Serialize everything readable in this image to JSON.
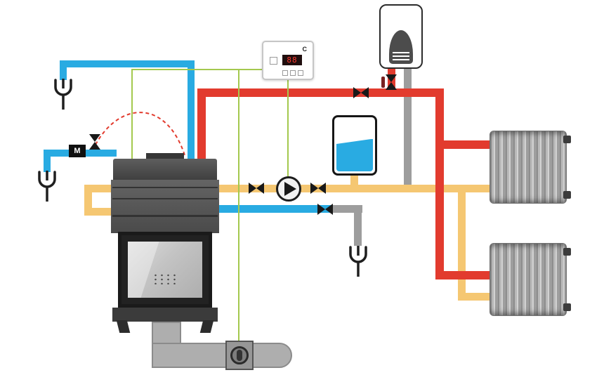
{
  "diagram": {
    "kind": "fireplace-central-heating-schematic",
    "controller": {
      "display_value": "88",
      "corner_label": "C"
    },
    "mixer_label": "M"
  },
  "components": {
    "fireplace": "fireplace-water-jacket-insert",
    "controller": "temperature-controller",
    "boiler": "wall-boiler",
    "tank": "expansion-water-tank",
    "pump": "circulation-pump",
    "radiators": [
      "radiator-upper",
      "radiator-lower"
    ],
    "valves": [
      "return-valve-left",
      "return-valve-right",
      "drain-valve",
      "supply-valve",
      "boiler-valve",
      "thermal-safety-valve"
    ],
    "drains": [
      "drain-funnel-top-left",
      "drain-funnel-mid-left",
      "drain-funnel-center"
    ],
    "flue": "flue-duct-with-damper"
  },
  "colors": {
    "hot_supply": "#e23b2e",
    "return_line": "#f5c772",
    "cold_water": "#29abe2",
    "pipe_gray": "#9d9d9d",
    "sensor_wire": "#a4c94e",
    "valve_black": "#191919",
    "display_red": "#ff3b30",
    "display_bg": "#200e0e"
  }
}
